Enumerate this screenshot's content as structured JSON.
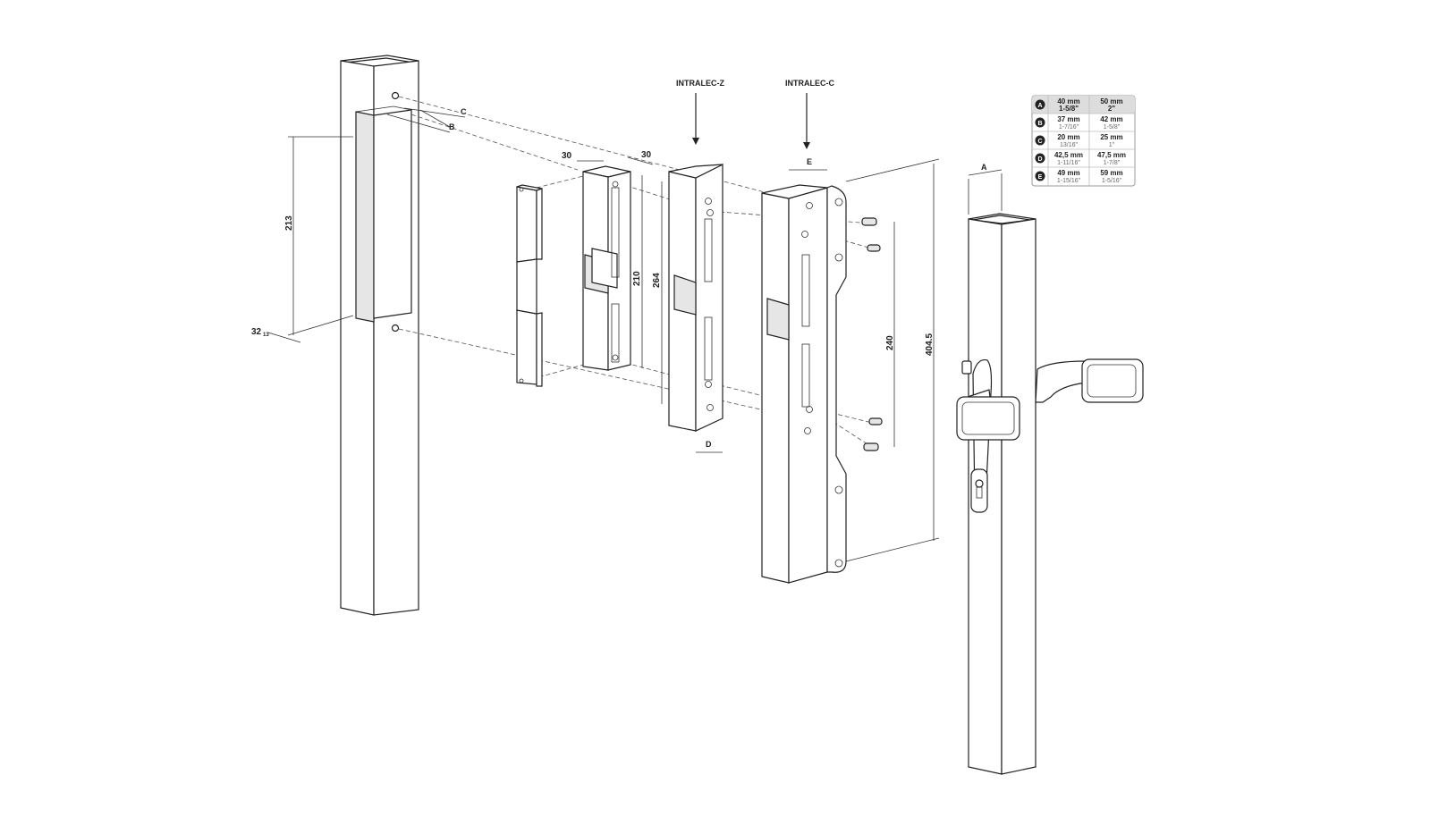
{
  "labels": {
    "intralec_z": "INTRALEC-Z",
    "intralec_c": "INTRALEC-C"
  },
  "dimensions": {
    "d213": "213",
    "d32": "32",
    "d32_sub": "13",
    "d30_left": "30",
    "d30_right": "30",
    "d210": "210",
    "d264": "264",
    "d240": "240",
    "d404": "404.5",
    "letter_a": "A",
    "letter_b": "B",
    "letter_c": "C",
    "letter_d": "D",
    "letter_e": "E"
  },
  "table": {
    "columns": [
      {
        "main": "40 mm",
        "sub": "1-5/8\""
      },
      {
        "main": "50 mm",
        "sub": "2\""
      }
    ],
    "rows": [
      {
        "key": "B",
        "c1": "37 mm",
        "c1s": "1-7/16\"",
        "c2": "42 mm",
        "c2s": "1-5/8\""
      },
      {
        "key": "C",
        "c1": "20 mm",
        "c1s": "13/16\"",
        "c2": "25 mm",
        "c2s": "1\""
      },
      {
        "key": "D",
        "c1": "42,5 mm",
        "c1s": "1-11/16\"",
        "c2": "47,5 mm",
        "c2s": "1-7/8\""
      },
      {
        "key": "E",
        "c1": "49 mm",
        "c1s": "1-15/16\"",
        "c2": "59 mm",
        "c2s": "1-5/16\""
      }
    ],
    "head_key": "A"
  },
  "colors": {
    "line": "#222222",
    "table_header": "#dddddd"
  }
}
